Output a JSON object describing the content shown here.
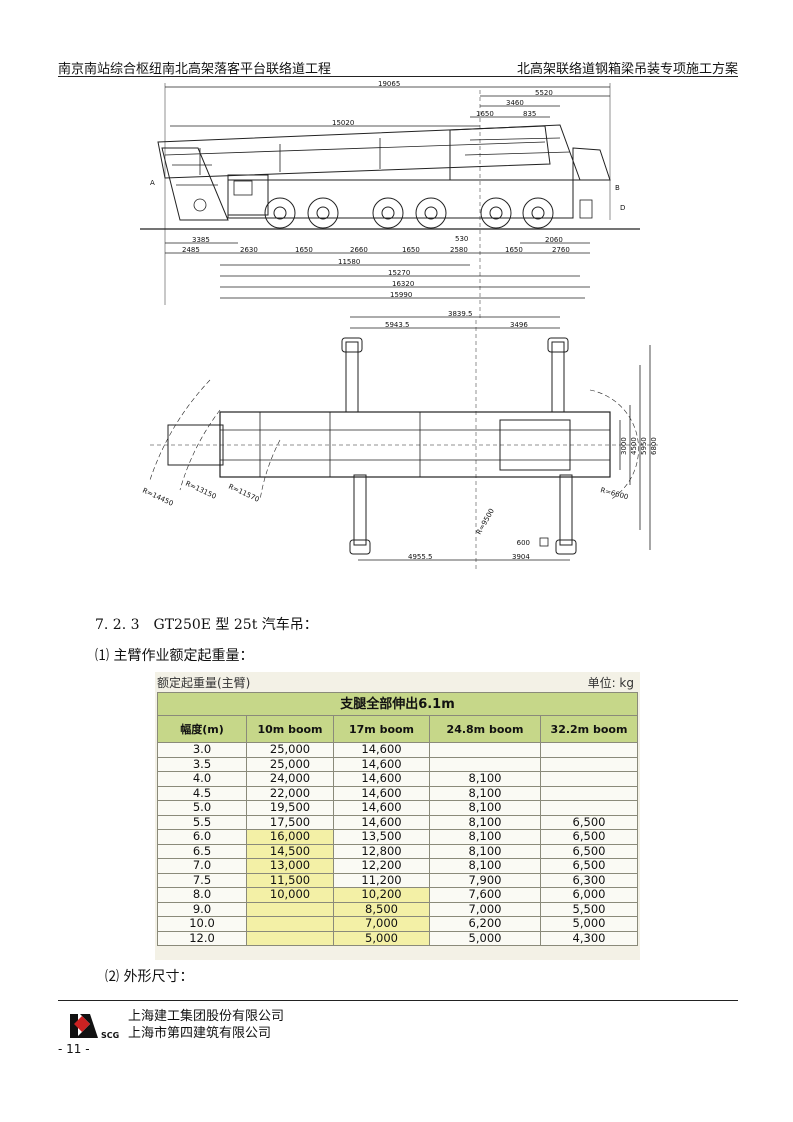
{
  "header": {
    "left": "南京南站综合枢纽南北高架落客平台联络道工程",
    "right": "北高架联络道钢箱梁吊装专项施工方案"
  },
  "drawing": {
    "side_dims": [
      "19065",
      "5520",
      "3460",
      "1650",
      "835",
      "15020",
      "3385",
      "2485",
      "2630",
      "1650",
      "2660",
      "1650",
      "2580",
      "530",
      "1650",
      "2060",
      "2760",
      "11580",
      "15270",
      "16320",
      "15990",
      "A",
      "B",
      "D"
    ],
    "plan_dims": [
      "3839.5",
      "5943.5",
      "3496",
      "3000",
      "4500",
      "5950",
      "6800",
      "R=14450",
      "R=13150",
      "R=11570",
      "R=9500",
      "R=6600",
      "600",
      "4955.5",
      "3904"
    ]
  },
  "section": {
    "heading": "7. 2. 3　GT250E 型 25t 汽车吊：",
    "item1": "⑴  主臂作业额定起重量：",
    "item2": "⑵  外形尺寸："
  },
  "table": {
    "caption_left": "额定起重量(主臂)",
    "caption_right": "单位: kg",
    "title": "支腿全部伸出6.1m",
    "columns": [
      "幅度(m)",
      "10m boom",
      "17m boom",
      "24.8m boom",
      "32.2m boom"
    ],
    "rows": [
      [
        "3.0",
        "25,000",
        "14,600",
        "",
        ""
      ],
      [
        "3.5",
        "25,000",
        "14,600",
        "",
        ""
      ],
      [
        "4.0",
        "24,000",
        "14,600",
        "8,100",
        ""
      ],
      [
        "4.5",
        "22,000",
        "14,600",
        "8,100",
        ""
      ],
      [
        "5.0",
        "19,500",
        "14,600",
        "8,100",
        ""
      ],
      [
        "5.5",
        "17,500",
        "14,600",
        "8,100",
        "6,500"
      ],
      [
        "6.0",
        "16,000",
        "13,500",
        "8,100",
        "6,500"
      ],
      [
        "6.5",
        "14,500",
        "12,800",
        "8,100",
        "6,500"
      ],
      [
        "7.0",
        "13,000",
        "12,200",
        "8,100",
        "6,500"
      ],
      [
        "7.5",
        "11,500",
        "11,200",
        "7,900",
        "6,300"
      ],
      [
        "8.0",
        "10,000",
        "10,200",
        "7,600",
        "6,000"
      ],
      [
        "9.0",
        "",
        "8,500",
        "7,000",
        "5,500"
      ],
      [
        "10.0",
        "",
        "7,000",
        "6,200",
        "5,000"
      ],
      [
        "12.0",
        "",
        "5,000",
        "5,000",
        "4,300"
      ]
    ]
  },
  "footer": {
    "company1": "上海建工集团股份有限公司",
    "company2": "上海市第四建筑有限公司",
    "logo_text": "SCG",
    "page": "- 11 -"
  }
}
